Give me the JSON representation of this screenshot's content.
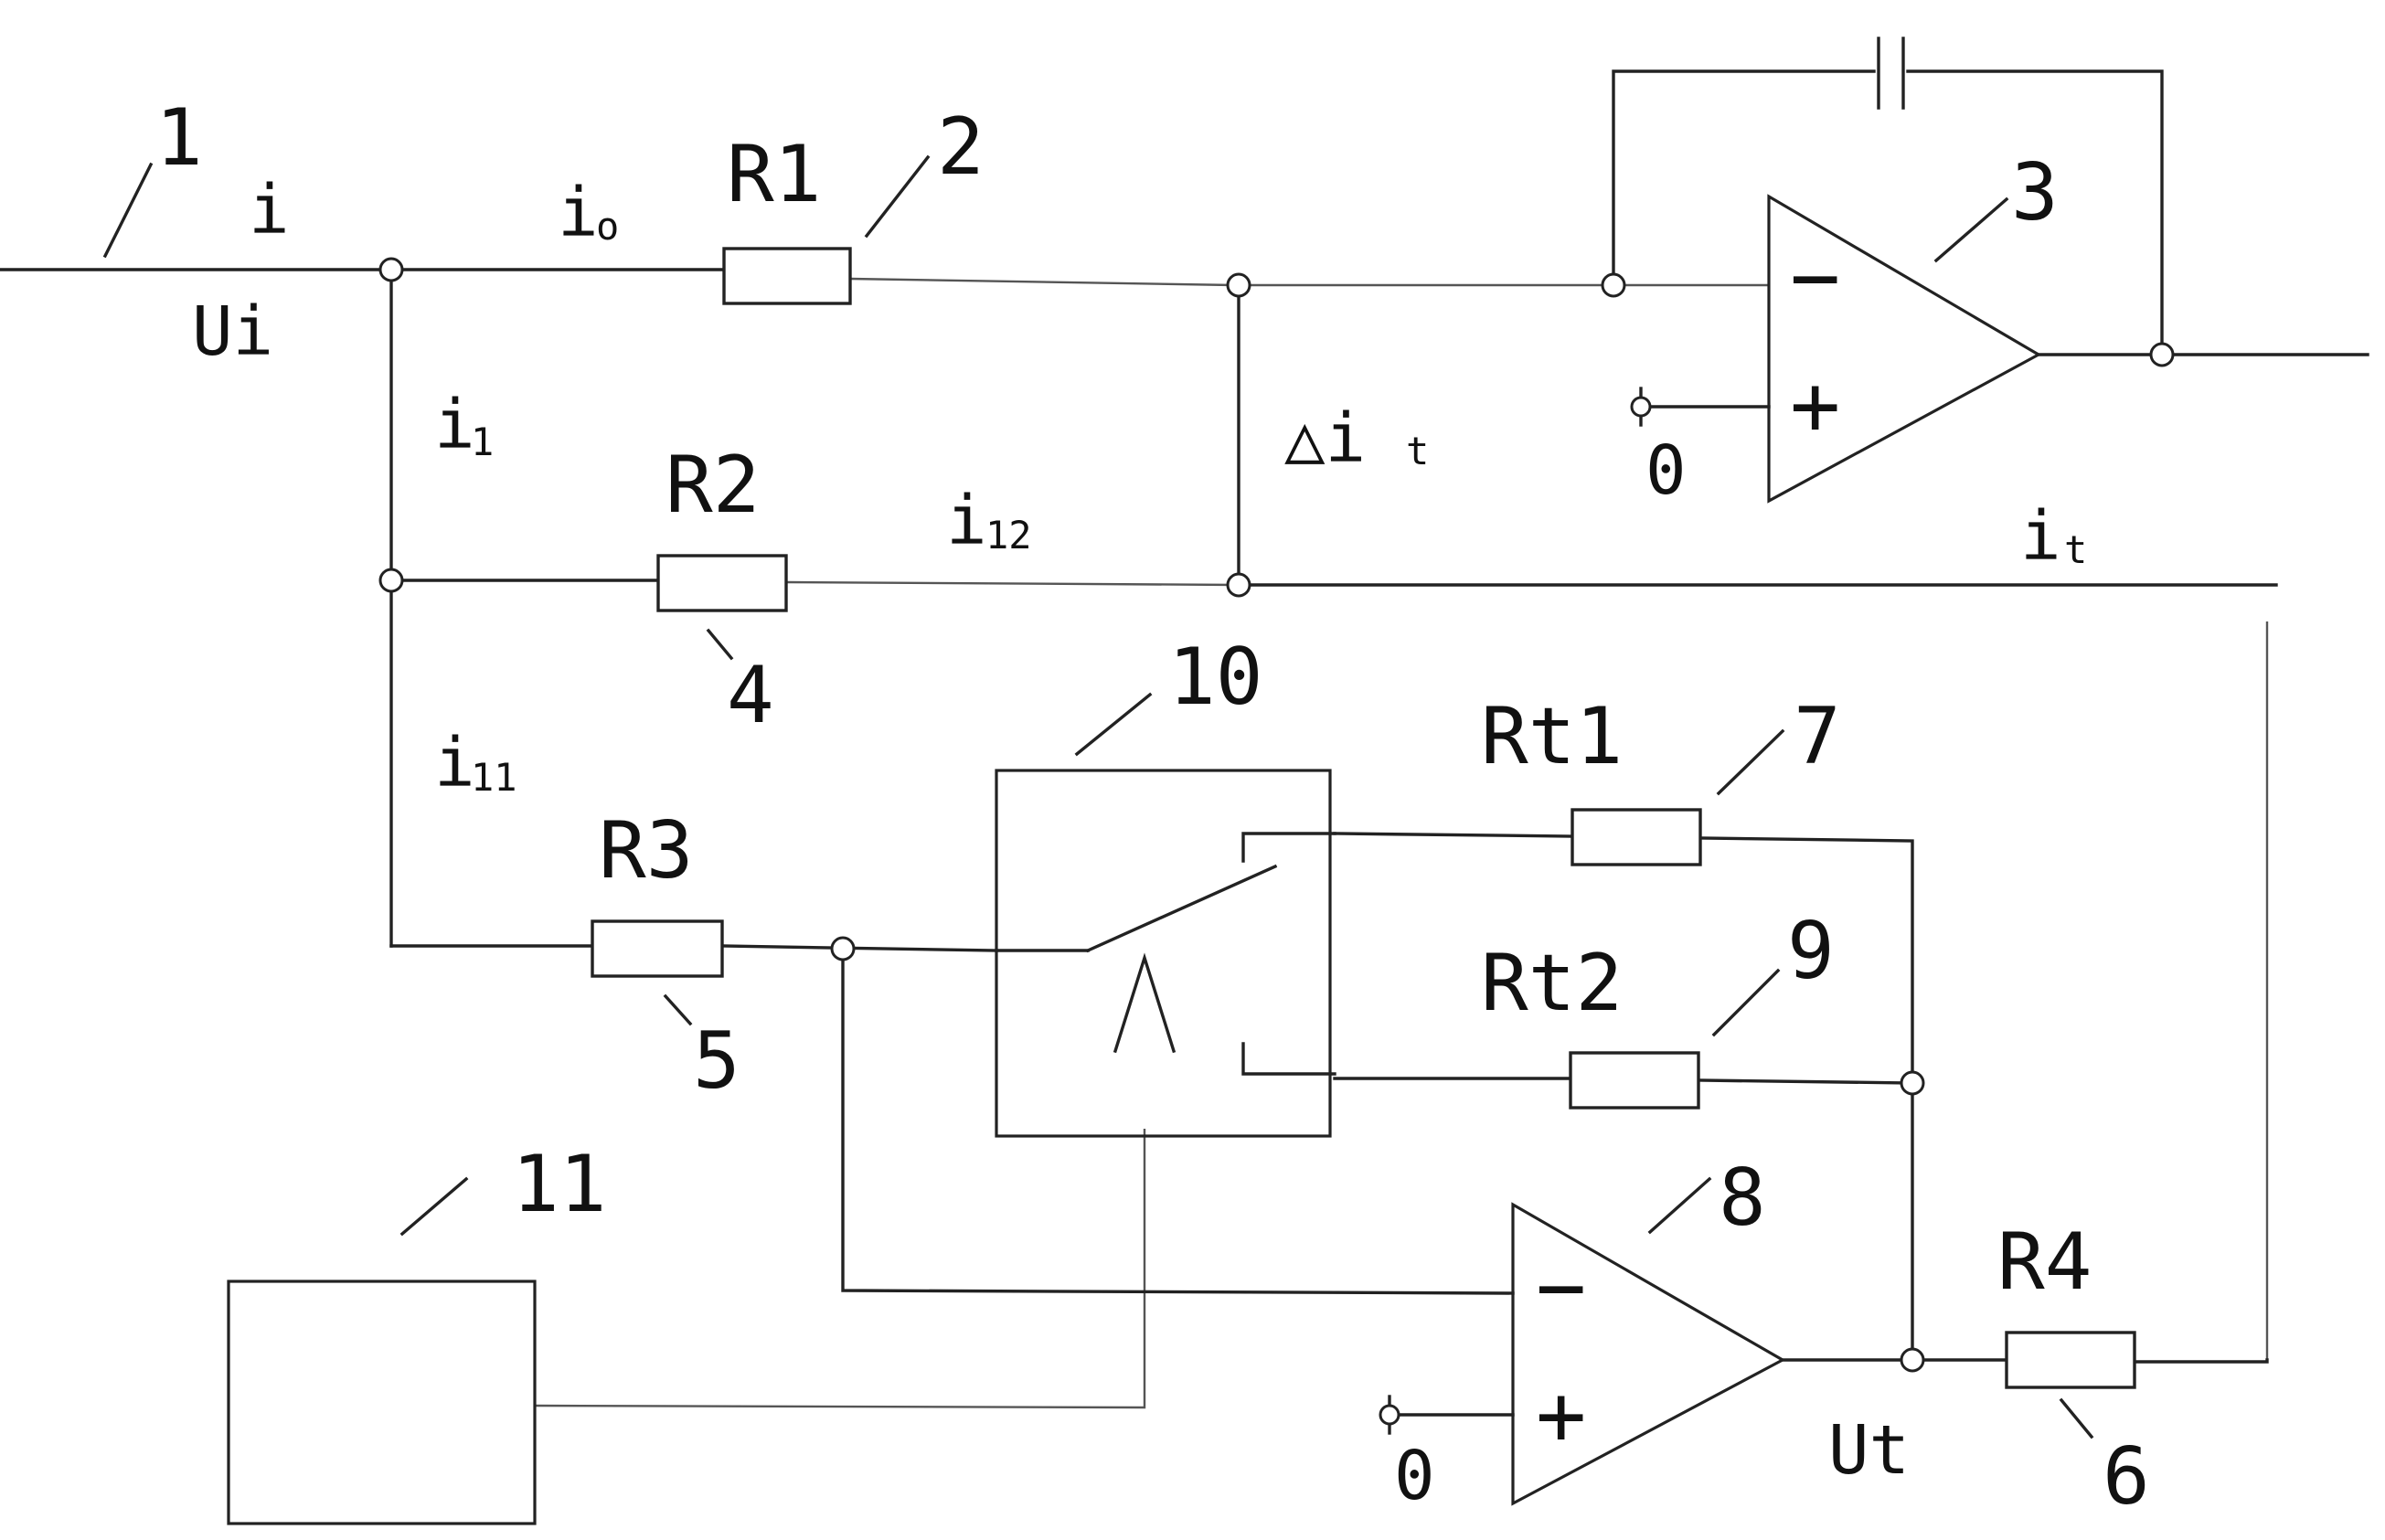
{
  "labels": {
    "n1": "1",
    "i": "i",
    "ui": "Ui",
    "i0_main": "i",
    "i0_sub": "o",
    "r1": "R1",
    "n2": "2",
    "n3": "3",
    "i1_main": "i",
    "i1_sub": "1",
    "r2": "R2",
    "i12_main": "i",
    "i12_sub": "12",
    "delta_it": "△i",
    "delta_it_sub": "t",
    "it_main": "i",
    "it_sub": "t",
    "zero_top": "0",
    "n4": "4",
    "n10": "10",
    "rt1": "Rt1",
    "n7": "7",
    "i11_main": "i",
    "i11_sub": "11",
    "r3": "R3",
    "rt2": "Rt2",
    "n9": "9",
    "n5": "5",
    "n11": "11",
    "n8": "8",
    "r4": "R4",
    "zero_bottom": "0",
    "ut": "Ut",
    "n6": "6",
    "minus": "−",
    "plus": "+"
  }
}
